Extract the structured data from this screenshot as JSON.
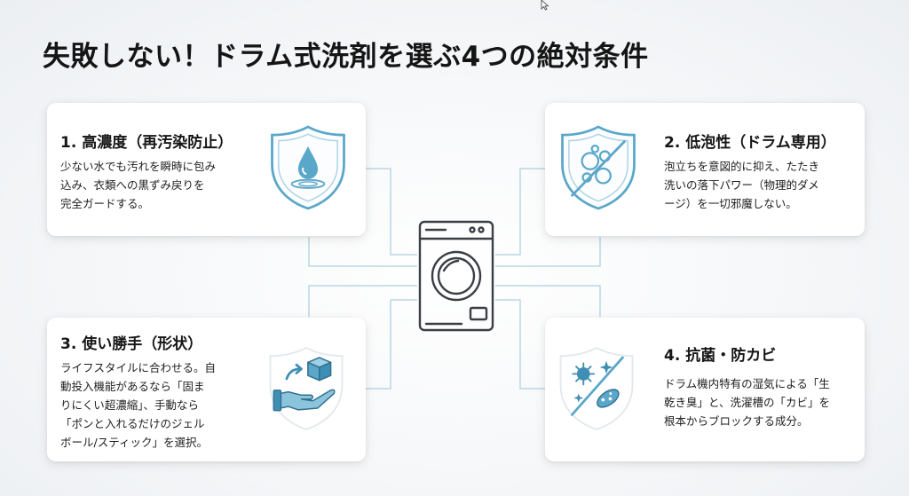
{
  "title": "失敗しない！ドラム式洗剤を選ぶ4つの絶対条件",
  "center_icon": "washing-machine-icon",
  "accent_color": "#5aa7c9",
  "line_color": "#b9d7e6",
  "cards": [
    {
      "heading": "1. 高濃度（再汚染防止）",
      "lines": [
        "少ない水でも汚れを瞬時に包み",
        "込み、衣類への黒ずみ戻りを",
        "完全ガードする。"
      ],
      "icon": "water-drop-shield-icon"
    },
    {
      "heading": "2. 低泡性（ドラム専用）",
      "lines": [
        "泡立ちを意図的に抑え、たたき",
        "洗いの落下パワー（物理的ダメ",
        "ージ）を一切邪魔しない。"
      ],
      "icon": "no-bubbles-shield-icon"
    },
    {
      "heading": "3. 使い勝手（形状）",
      "lines": [
        "ライフスタイルに合わせる。自",
        "動投入機能があるなら「固ま",
        "りにくい超濃縮」、手動なら",
        "「ポンと入れるだけのジェル",
        "ボール/スティック」を選択。"
      ],
      "icon": "hand-cube-shield-icon"
    },
    {
      "heading": "4. 抗菌・防カビ",
      "lines": [
        "ドラム機内特有の湿気による「生",
        "乾き臭」と、洗濯槽の「カビ」を",
        "根本からブロックする成分。"
      ],
      "icon": "antibacterial-shield-icon"
    }
  ]
}
